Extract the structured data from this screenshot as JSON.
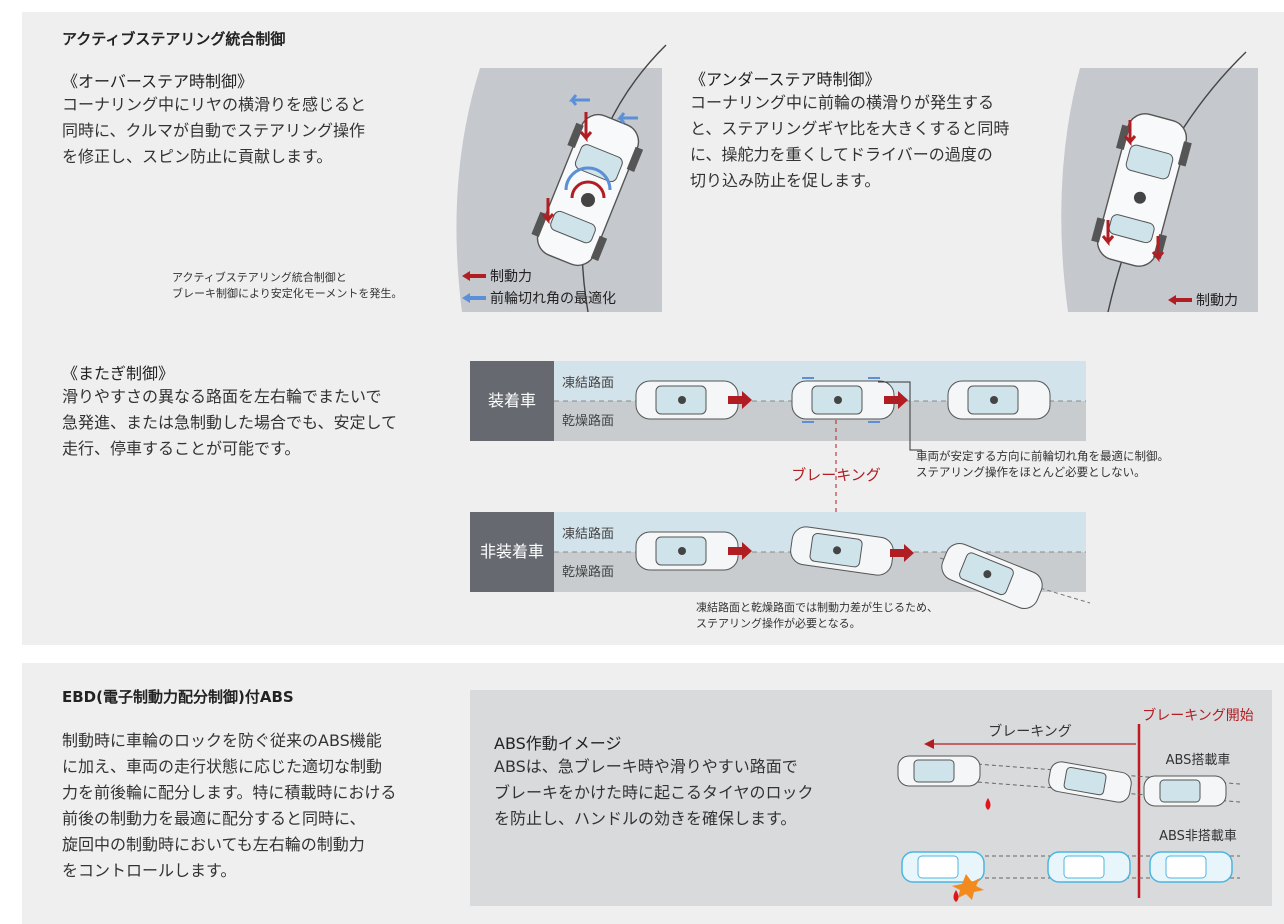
{
  "section1": {
    "title": "アクティブステアリング統合制御",
    "oversteer": {
      "heading": "《オーバーステア時制御》",
      "lines": [
        "コーナリング中にリヤの横滑りを感じると",
        "同時に、クルマが自動でステアリング操作",
        "を修正し、スピン防止に貢献します。"
      ],
      "note_lines": [
        "アクティブステアリング統合制御と",
        "ブレーキ制御により安定化モーメントを発生。"
      ],
      "legend_brake": "制動力",
      "legend_steer": "前輪切れ角の最適化"
    },
    "understeer": {
      "heading": "《アンダーステア時制御》",
      "lines": [
        "コーナリング中に前輪の横滑りが発生する",
        "と、ステアリングギヤ比を大きくすると同時",
        "に、操舵力を重くしてドライバーの過度の",
        "切り込み防止を促します。"
      ],
      "legend_brake": "制動力"
    },
    "split": {
      "heading": "《またぎ制御》",
      "lines": [
        "滑りやすさの異なる路面を左右輪でまたいで",
        "急発進、または急制動した場合でも、安定して",
        "走行、停車することが可能です。"
      ],
      "equipped_label": "装着車",
      "unequipped_label": "非装着車",
      "road_ice": "凍結路面",
      "road_dry": "乾燥路面",
      "braking": "ブレーキング",
      "equipped_note": [
        "車両が安定する方向に前輪切れ角を最適に制御。",
        "ステアリング操作をほとんど必要としない。"
      ],
      "unequipped_note": [
        "凍結路面と乾燥路面では制動力差が生じるため、",
        "ステアリング操作が必要となる。"
      ]
    }
  },
  "section2": {
    "title": "EBD(電子制動力配分制御)付ABS",
    "lines": [
      "制動時に車輪のロックを防ぐ従来のABS機能",
      "に加え、車両の走行状態に応じた適切な制動",
      "力を前後輪に配分します。特に積載時における",
      "前後の制動力を最適に配分すると同時に、",
      "旋回中の制動時においても左右輪の制動力",
      "をコントロールします。"
    ],
    "image_title": "ABS作動イメージ",
    "image_lines": [
      "ABSは、急ブレーキ時や滑りやすい路面で",
      "ブレーキをかけた時に起こるタイヤのロック",
      "を防止し、ハンドルの効きを確保します。"
    ],
    "braking": "ブレーキング",
    "braking_start": "ブレーキング開始",
    "abs_equipped": "ABS搭載車",
    "abs_unequipped": "ABS非搭載車"
  },
  "colors": {
    "panel": "#efefef",
    "road": "#c5c8cd",
    "brake_red": "#b01e23",
    "steer_blue": "#5b8fd6",
    "label_dark": "#666a70",
    "band_light": "#d3e3ec",
    "band_grey": "#c8cccf",
    "car_blue": "#4bb5e0"
  }
}
